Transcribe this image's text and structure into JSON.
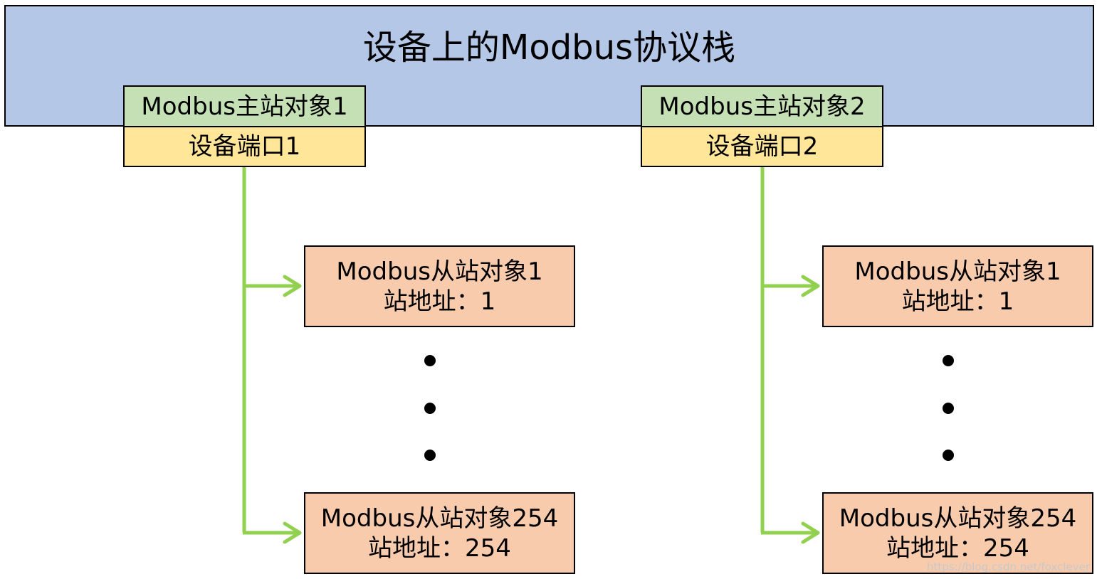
{
  "colors": {
    "stack_fill": "#b4c7e7",
    "master_fill": "#c5e0b4",
    "port_fill": "#ffe699",
    "slave_fill": "#f8cbad",
    "connector": "#92d050",
    "dot": "#000000"
  },
  "stack": {
    "title": "设备上的Modbus协议栈"
  },
  "groups": [
    {
      "master_label": "Modbus主站对象1",
      "port_label": "设备端口1",
      "slaves": [
        {
          "name": "Modbus从站对象1",
          "address_label": "站地址：1"
        },
        {
          "name": "Modbus从站对象254",
          "address_label": "站地址：254"
        }
      ],
      "ellipsis_dots": 3
    },
    {
      "master_label": "Modbus主站对象2",
      "port_label": "设备端口2",
      "slaves": [
        {
          "name": "Modbus从站对象1",
          "address_label": "站地址：1"
        },
        {
          "name": "Modbus从站对象254",
          "address_label": "站地址：254"
        }
      ],
      "ellipsis_dots": 3
    }
  ],
  "watermark": "https://blog.csdn.net/foxclever"
}
